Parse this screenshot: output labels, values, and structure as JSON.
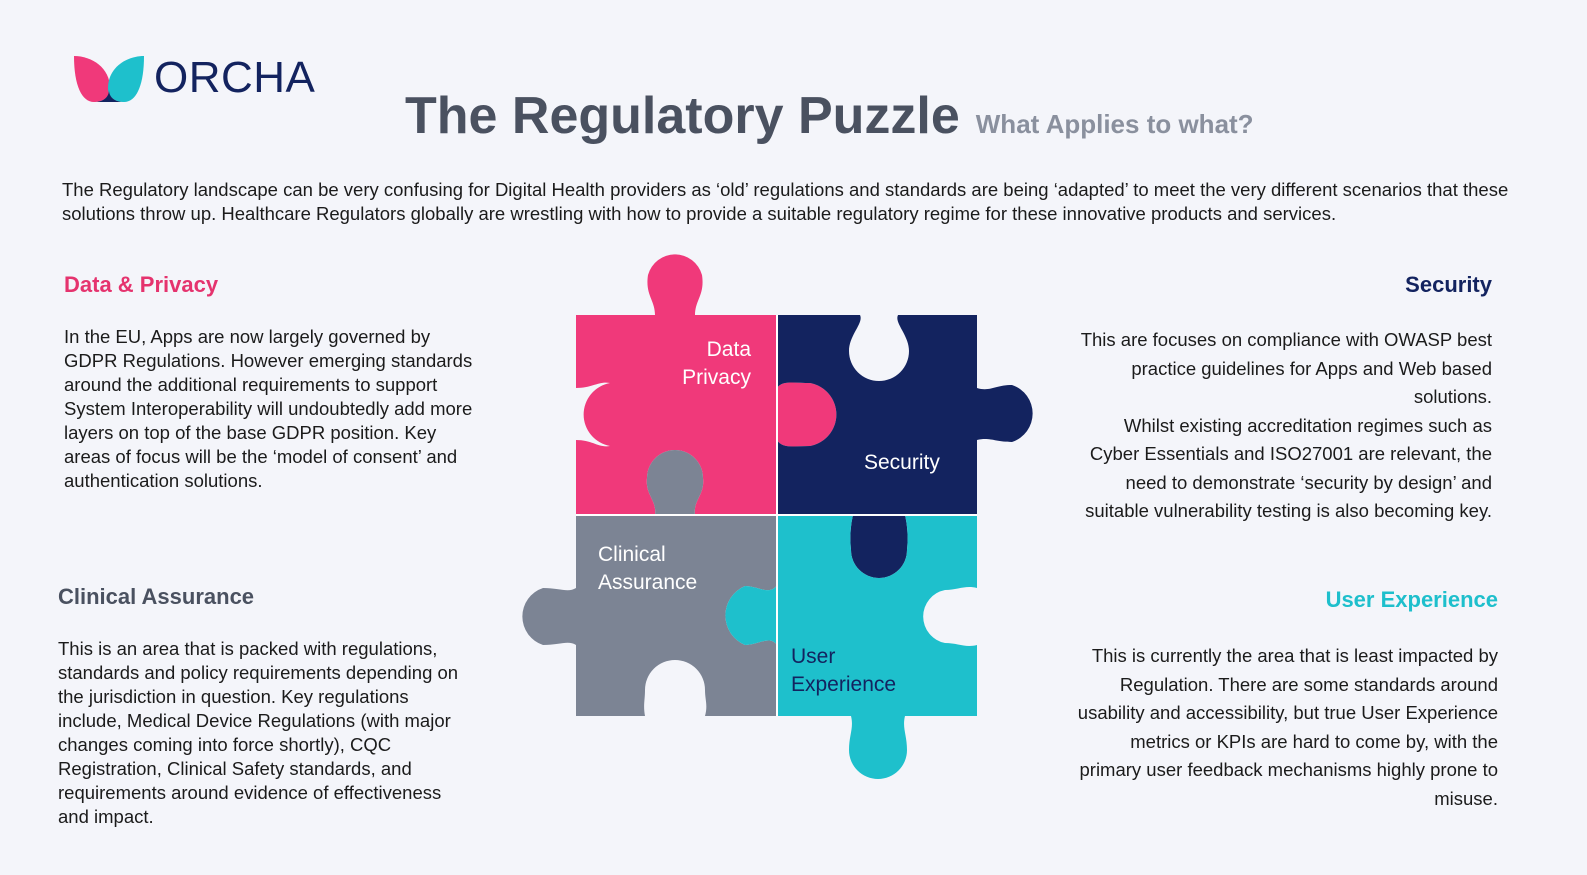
{
  "brand": {
    "name": "ORCHA",
    "colors": {
      "pink": "#f0397a",
      "navy": "#13235f",
      "teal": "#1ec0cc",
      "grey": "#7c8494"
    }
  },
  "header": {
    "title": "The Regulatory Puzzle",
    "subtitle": "What Applies to what?"
  },
  "intro": "The Regulatory landscape can be very confusing for Digital Health providers as ‘old’ regulations and standards are being ‘adapted’ to meet the very different scenarios that these solutions throw up. Healthcare Regulators globally are wrestling with how to provide a suitable regulatory regime for these innovative products and services.",
  "sections": {
    "data_privacy": {
      "heading": "Data & Privacy",
      "body": "In the EU, Apps are now largely governed by GDPR Regulations. However emerging standards around the additional requirements to support System Interoperability will undoubtedly add more layers on top of the base GDPR position. Key areas of focus will be the ‘model of consent’ and authentication solutions."
    },
    "clinical": {
      "heading": "Clinical Assurance",
      "body": "This is an area that is packed with regulations, standards and policy requirements depending on the jurisdiction in question. Key regulations include, Medical Device Regulations (with major changes coming into force shortly), CQC Registration, Clinical Safety standards, and requirements around evidence of effectiveness and impact."
    },
    "security": {
      "heading": "Security",
      "body_1": "This are focuses on compliance with OWASP best practice guidelines for Apps and Web based solutions.",
      "body_2": "Whilst existing accreditation regimes such as Cyber Essentials and ISO27001 are relevant, the need to demonstrate ‘security by design’ and suitable vulnerability testing is also becoming key."
    },
    "ux": {
      "heading": "User Experience",
      "body": "This is currently the area that is least impacted by Regulation. There are some standards around usability and accessibility, but true User Experience metrics or KPIs are hard to come by, with the primary user feedback mechanisms highly prone to misuse."
    }
  },
  "puzzle": {
    "data_privacy": {
      "line1": "Data",
      "line2": "Privacy"
    },
    "security": {
      "line1": "Security"
    },
    "clinical": {
      "line1": "Clinical",
      "line2": "Assurance"
    },
    "ux": {
      "line1": "User",
      "line2": "Experience"
    }
  }
}
